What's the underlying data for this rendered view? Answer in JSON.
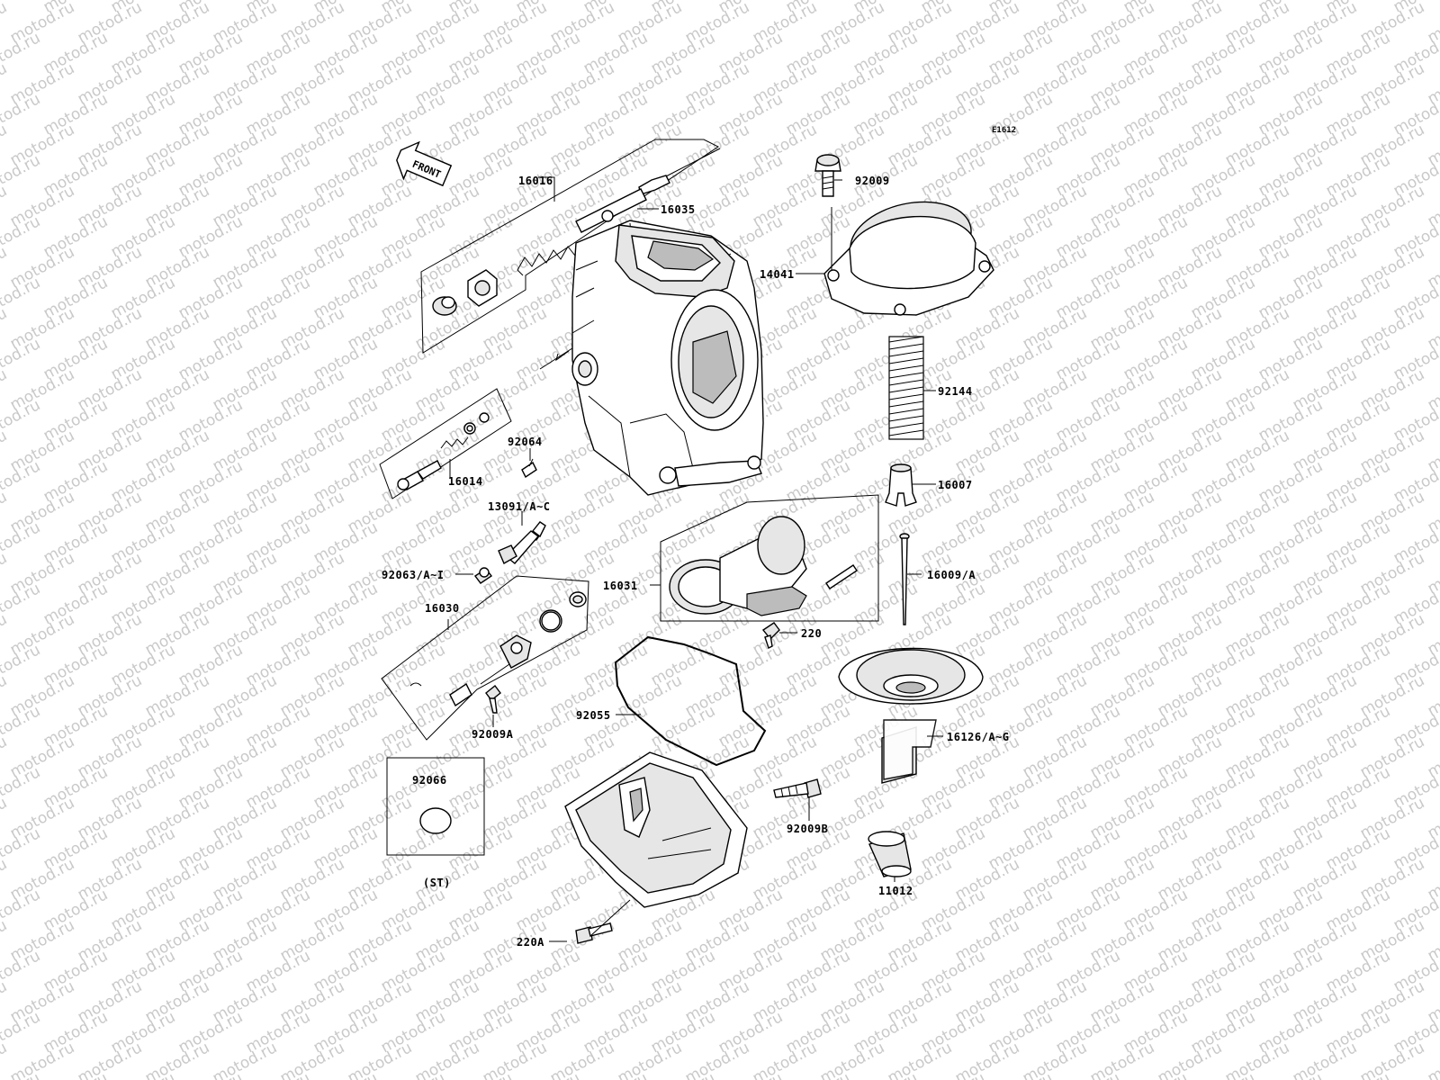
{
  "diagram": {
    "code": "E1612",
    "front_label": "FRONT",
    "watermark": "motod.ru",
    "parts": {
      "p92009": "92009",
      "p16016": "16016",
      "p16035": "16035",
      "p14041": "14041",
      "p92144": "92144",
      "p16007": "16007",
      "p16014": "16014",
      "p92064": "92064",
      "p13091": "13091/A~C",
      "p92063": "92063/A~I",
      "p16031": "16031",
      "p16009": "16009/A",
      "p16030": "16030",
      "p220": "220",
      "p92055": "92055",
      "p16126": "16126/A~G",
      "p92009A": "92009A",
      "p92066": "92066",
      "p92009B": "92009B",
      "pST": "(ST)",
      "p11012": "11012",
      "p220A": "220A"
    }
  }
}
